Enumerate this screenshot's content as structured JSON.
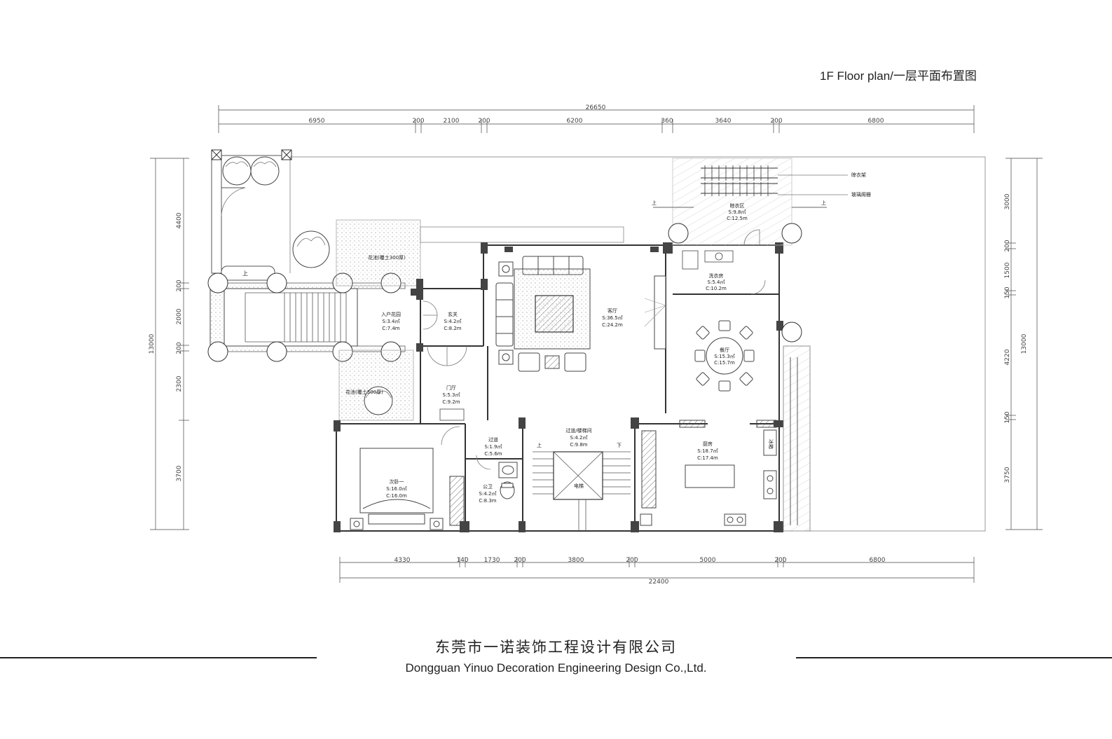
{
  "title": "1F Floor plan/一层平面布置图",
  "company": {
    "cn": "东莞市一诺装饰工程设计有限公司",
    "en": "Dongguan Yinuo Decoration Engineering Design Co.,Ltd."
  },
  "dimensions": {
    "top_total": "26650",
    "top_segments": [
      "6950",
      "200",
      "2100",
      "200",
      "6200",
      "360",
      "3640",
      "200",
      "6800"
    ],
    "bottom_segments": [
      "4330",
      "140",
      "1730",
      "200",
      "3800",
      "200",
      "5000",
      "200",
      "6800"
    ],
    "bottom_total": "22400",
    "left_total": "13000",
    "left_segments": [
      "4400",
      "200",
      "2000",
      "200",
      "2300",
      "3700"
    ],
    "right_total": "13000",
    "right_segments": [
      "3000",
      "200",
      "1500",
      "150",
      "4220",
      "150",
      "3750"
    ]
  },
  "rooms": {
    "entry_garden": {
      "name": "入户花园",
      "s": "S:3.4㎡",
      "c": "C:7.4m"
    },
    "foyer": {
      "name": "玄关",
      "s": "S:4.2㎡",
      "c": "C:8.2m"
    },
    "living": {
      "name": "客厅",
      "s": "S:36.5㎡",
      "c": "C:24.2m"
    },
    "laundry": {
      "name": "洗衣房",
      "s": "S:5.4㎡",
      "c": "C:10.2m"
    },
    "dining": {
      "name": "餐厅",
      "s": "S:15.3㎡",
      "c": "C:15.7m"
    },
    "hall": {
      "name": "门厅",
      "s": "S:5.3㎡",
      "c": "C:9.2m"
    },
    "corridor": {
      "name": "过道/楼梯间",
      "s": "S:4.2㎡",
      "c": "C:9.8m"
    },
    "passage": {
      "name": "过道",
      "s": "S:1.9㎡",
      "c": "C:5.6m"
    },
    "kitchen": {
      "name": "厨房",
      "s": "S:18.7㎡",
      "c": "C:17.4m"
    },
    "bedroom": {
      "name": "次卧一",
      "s": "S:16.0㎡",
      "c": "C:16.0m"
    },
    "wc": {
      "name": "公卫",
      "s": "S:4.2㎡",
      "c": "C:8.3m"
    },
    "drying": {
      "name": "晾衣区",
      "s": "S:9.8㎡",
      "c": "C:12.5m"
    }
  },
  "labels": {
    "planter_top": "花池(覆土300厚)",
    "planter_bottom": "花池(覆土300厚)",
    "rack": "晾衣架",
    "glass_rail": "玻璃阁栅",
    "elevator": "电梯",
    "fridge": "冰箱",
    "up": "上",
    "down": "下"
  }
}
